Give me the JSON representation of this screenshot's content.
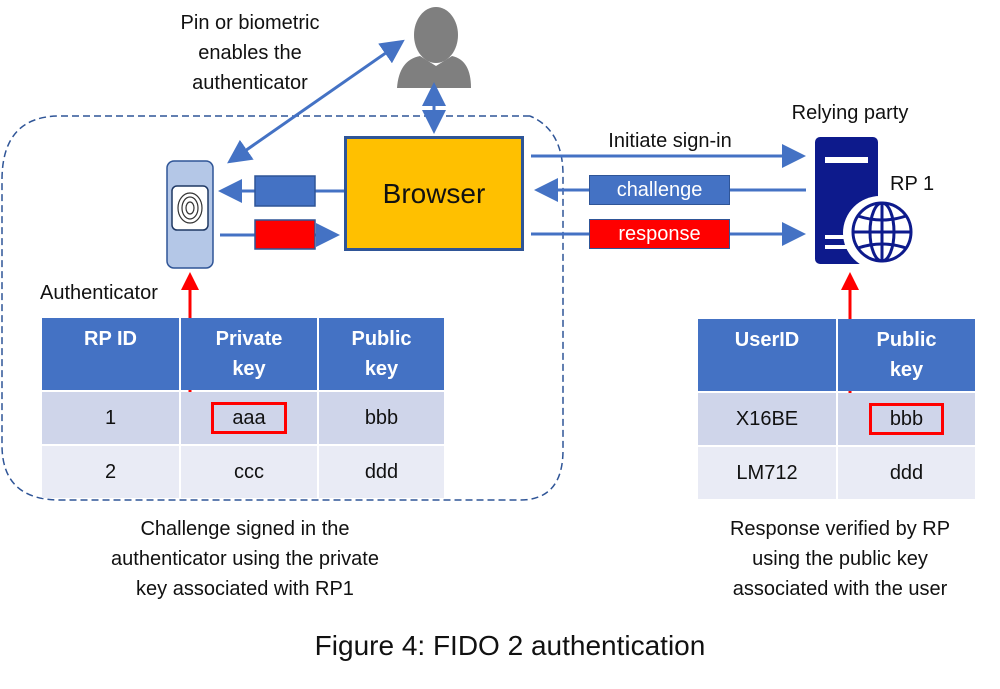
{
  "figure": {
    "caption": "Figure 4: FIDO 2 authentication"
  },
  "labels": {
    "user_note_lines": [
      "Pin or biometric",
      "enables the",
      "authenticator"
    ],
    "authenticator": "Authenticator",
    "relying_party": "Relying party",
    "rp_name": "RP 1",
    "browser": "Browser",
    "initiate": "Initiate sign-in",
    "challenge": "challenge",
    "response": "response"
  },
  "authenticator_table": {
    "headers": [
      [
        "RP ID"
      ],
      [
        "Private",
        "key"
      ],
      [
        "Public",
        "key"
      ]
    ],
    "rows": [
      {
        "rp_id": "1",
        "private_key": "aaa",
        "public_key": "bbb",
        "highlight": "private_key"
      },
      {
        "rp_id": "2",
        "private_key": "ccc",
        "public_key": "ddd"
      }
    ]
  },
  "rp_table": {
    "headers": [
      [
        "UserID"
      ],
      [
        "Public",
        "key"
      ]
    ],
    "rows": [
      {
        "user_id": "X16BE",
        "public_key": "bbb",
        "highlight": "public_key"
      },
      {
        "user_id": "LM712",
        "public_key": "ddd"
      }
    ]
  },
  "notes": {
    "left_lines": [
      "Challenge signed in the",
      "authenticator using the private",
      "key associated with RP1"
    ],
    "right_lines": [
      "Response verified by RP",
      "using the public key",
      "associated with the user"
    ]
  },
  "colors": {
    "arrow_blue": "#4472C4",
    "highlight_red": "#FF0000",
    "browser_fill": "#FFC000",
    "server_navy": "#0D1A8C",
    "user_gray": "#7F7F7F",
    "dashed_border": "#2F5597"
  }
}
